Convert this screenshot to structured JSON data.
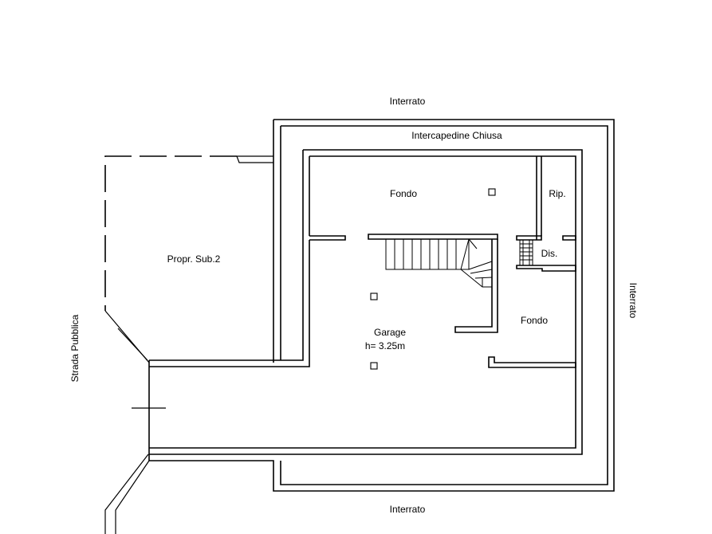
{
  "labels": {
    "interrato_top": "Interrato",
    "interrato_bottom": "Interrato",
    "interrato_right": "Interrato",
    "intercapedine": "Intercapedine Chiusa",
    "fondo_top": "Fondo",
    "fondo_right": "Fondo",
    "rip": "Rip.",
    "dis": "Dis.",
    "propr": "Propr. Sub.2",
    "garage": "Garage",
    "garage_height": "h= 3.25m",
    "strada": "Strada Pubblica"
  }
}
